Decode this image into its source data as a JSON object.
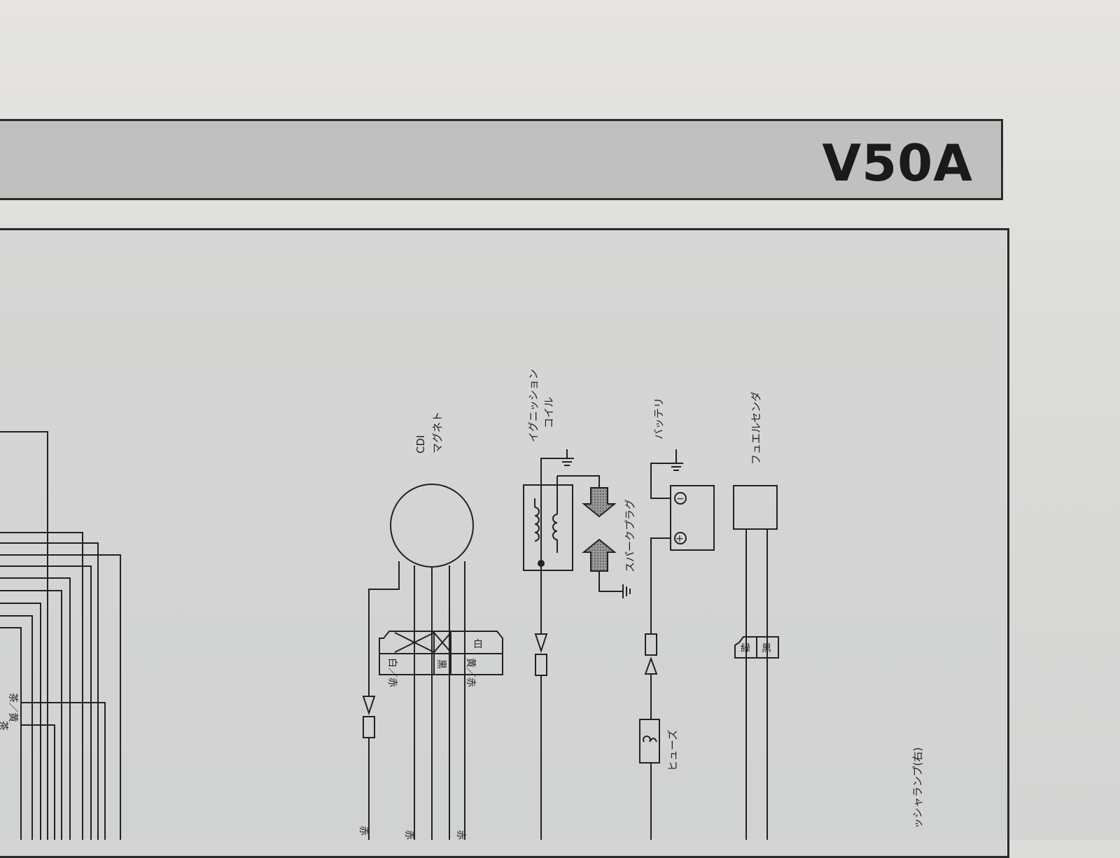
{
  "header": {
    "model_code": "V50A"
  },
  "components": {
    "cdi_label": "CDI",
    "magneto_label": "マグネト",
    "ignition_coil_label_1": "イグニッション",
    "ignition_coil_label_2": "コイル",
    "spark_plug_label": "スパークプラグ",
    "battery_label": "バッテリ",
    "fuel_sender_label": "フュエルセンダ",
    "fuse_label": "ヒューズ",
    "flasher_lamp_label": "ッシャランプ(右)"
  },
  "connectors": {
    "cdi_connector_top": [
      "白"
    ],
    "cdi_connector_bottom": [
      "白／赤",
      "黒",
      "黄／赤"
    ],
    "fuel_sender_connector": [
      "緑",
      "黒"
    ]
  },
  "wire_tags": {
    "left_1": "茶／黄",
    "left_2": "茶",
    "bottom_1": "赤",
    "bottom_2": "赤",
    "bottom_3": "赤"
  },
  "symbols": {
    "battery_negative": "−",
    "battery_positive": "+"
  }
}
